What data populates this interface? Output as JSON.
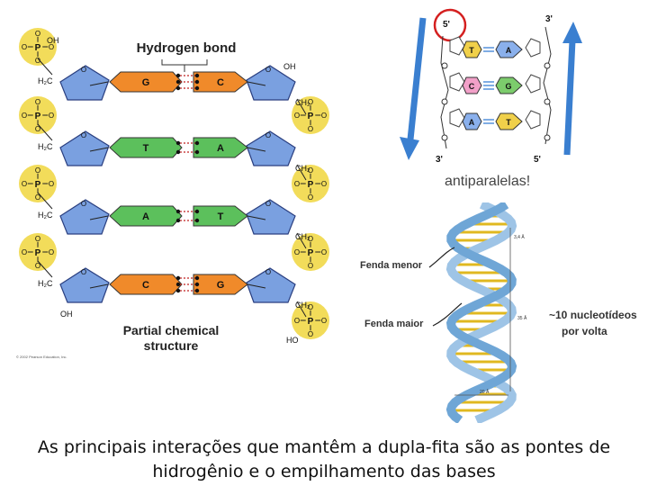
{
  "left_panel": {
    "title": "Hydrogen bond",
    "subtitle_line1": "Partial chemical",
    "subtitle_line2": "structure",
    "copyright": "© 2002 Pearson Education, Inc.",
    "phosphate_atom": "P",
    "oxygen_atom": "O",
    "oh_top_left": "OH",
    "oh_top_right": "OH",
    "oh_bottom_left": "OH",
    "ho_bottom_right": "HO",
    "h2c_label": "H₂C",
    "ch2_label": "CH₂",
    "pairs": [
      {
        "left": "G",
        "right": "C"
      },
      {
        "left": "T",
        "right": "A"
      },
      {
        "left": "A",
        "right": "T"
      },
      {
        "left": "C",
        "right": "G"
      }
    ]
  },
  "top_right_panel": {
    "label_5_top": "5'",
    "label_3_top": "3'",
    "label_3_bottom": "3'",
    "label_5_bottom": "5'",
    "caption": "antiparalelas!",
    "pairs": [
      {
        "left": "T",
        "right": "A"
      },
      {
        "left": "C",
        "right": "G"
      },
      {
        "left": "A",
        "right": "T"
      }
    ]
  },
  "helix_panel": {
    "minor_groove": "Fenda menor",
    "major_groove": "Fenda maior",
    "nucleotides_line1": "~10 nucleotídeos",
    "nucleotides_line2": "por volta",
    "scale_top": "3,4 Å",
    "scale_mid": "35 Å",
    "scale_bottom": "20 Å"
  },
  "caption": "As principais interações que mantêm a dupla-fita são as pontes de hidrogênio e o empilhamento das bases",
  "colors": {
    "phosphate": "#f2dc5a",
    "sugar": "#7aa0e0",
    "guanine_cytosine": "#f08a2a",
    "thymine_adenine": "#5cc05c",
    "arrow_blue": "#3a7fd0",
    "highlight_circle": "#d42020"
  }
}
